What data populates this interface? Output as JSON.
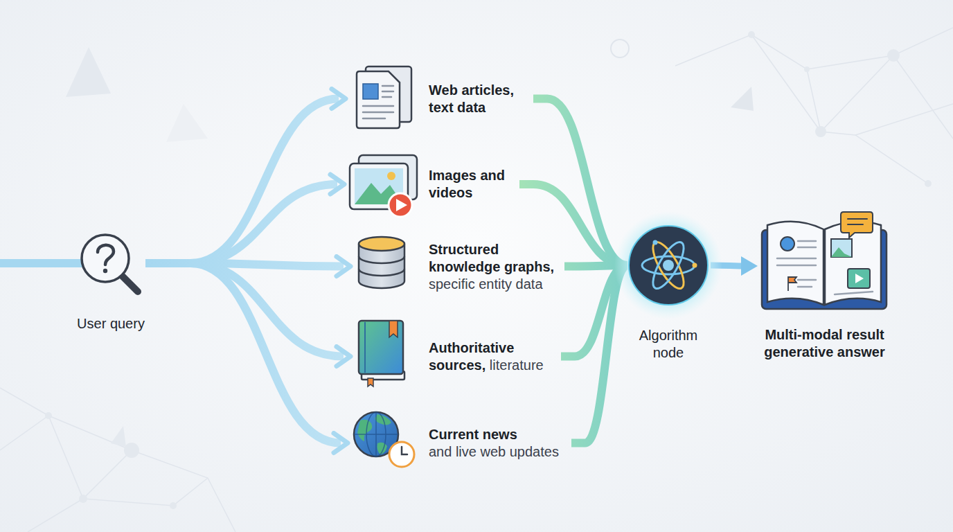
{
  "diagram": {
    "nodes": [
      {
        "text": [
          "User query"
        ]
      },
      {
        "text": [
          "Web articles, text data"
        ]
      },
      {
        "text": [
          "Images and videos"
        ]
      },
      {
        "text": [
          "Structured knowledge graphs,",
          "specific entity data"
        ]
      },
      {
        "text": [
          "Authoritative sources,",
          "literature"
        ]
      },
      {
        "text": [
          "Current news",
          "and live web updates"
        ]
      },
      {
        "text": [
          "Algorithm node"
        ]
      },
      {
        "text": [
          "Multi-modal result generative answer"
        ]
      }
    ],
    "edges": [
      {
        "from": 0,
        "to": 1,
        "arrow": "to"
      },
      {
        "from": 0,
        "to": 2,
        "arrow": "to"
      },
      {
        "from": 0,
        "to": 3,
        "arrow": "to"
      },
      {
        "from": 0,
        "to": 4,
        "arrow": "to"
      },
      {
        "from": 0,
        "to": 5,
        "arrow": "to"
      },
      {
        "from": 1,
        "to": 6,
        "arrow": "none"
      },
      {
        "from": 2,
        "to": 6,
        "arrow": "none"
      },
      {
        "from": 3,
        "to": 6,
        "arrow": "none"
      },
      {
        "from": 4,
        "to": 6,
        "arrow": "none"
      },
      {
        "from": 5,
        "to": 6,
        "arrow": "none"
      },
      {
        "from": 6,
        "to": 7,
        "arrow": "to"
      }
    ]
  }
}
